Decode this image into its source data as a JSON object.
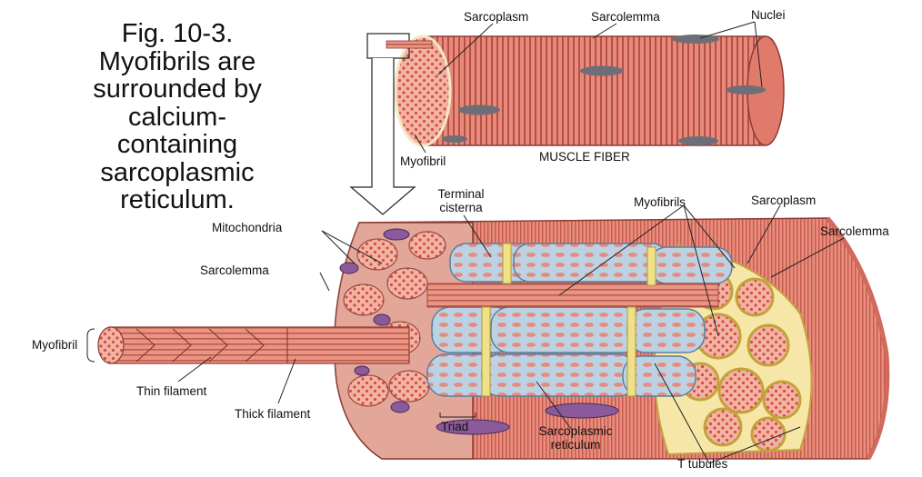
{
  "caption": {
    "lines": [
      "Fig. 10-3.",
      "Myofibrils are",
      "surrounded by",
      "calcium-",
      "containing",
      "sarcoplasmic",
      "reticulum."
    ]
  },
  "labels": {
    "sarcoplasm_top": "Sarcoplasm",
    "sarcolemma_top": "Sarcolemma",
    "nuclei": "Nuclei",
    "myofibril_top": "Myofibril",
    "muscle_fiber": "MUSCLE FIBER",
    "terminal_cisterna_1": "Terminal",
    "terminal_cisterna_2": "cisterna",
    "myofibrils": "Myofibrils",
    "sarcoplasm_bottom": "Sarcoplasm",
    "sarcolemma_right": "Sarcolemma",
    "mitochondria": "Mitochondria",
    "sarcolemma_left": "Sarcolemma",
    "myofibril_left": "Myofibril",
    "thin_filament": "Thin filament",
    "thick_filament": "Thick filament",
    "triad": "Triad",
    "sarcoplasmic_reticulum_1": "Sarcoplasmic",
    "sarcoplasmic_reticulum_2": "reticulum",
    "t_tubules": "T tubules"
  },
  "colors": {
    "muscle": "#e98a7b",
    "muscle_dark": "#c9574a",
    "stripe": "#b84d43",
    "sr_blue": "#b9cfe0",
    "sr_blue_dark": "#5b7f9e",
    "t_tubule": "#efe08a",
    "sarcoplasm_yellow": "#f6eab2",
    "nucleus": "#6e6e78",
    "mitochondria": "#8a5a9a"
  }
}
